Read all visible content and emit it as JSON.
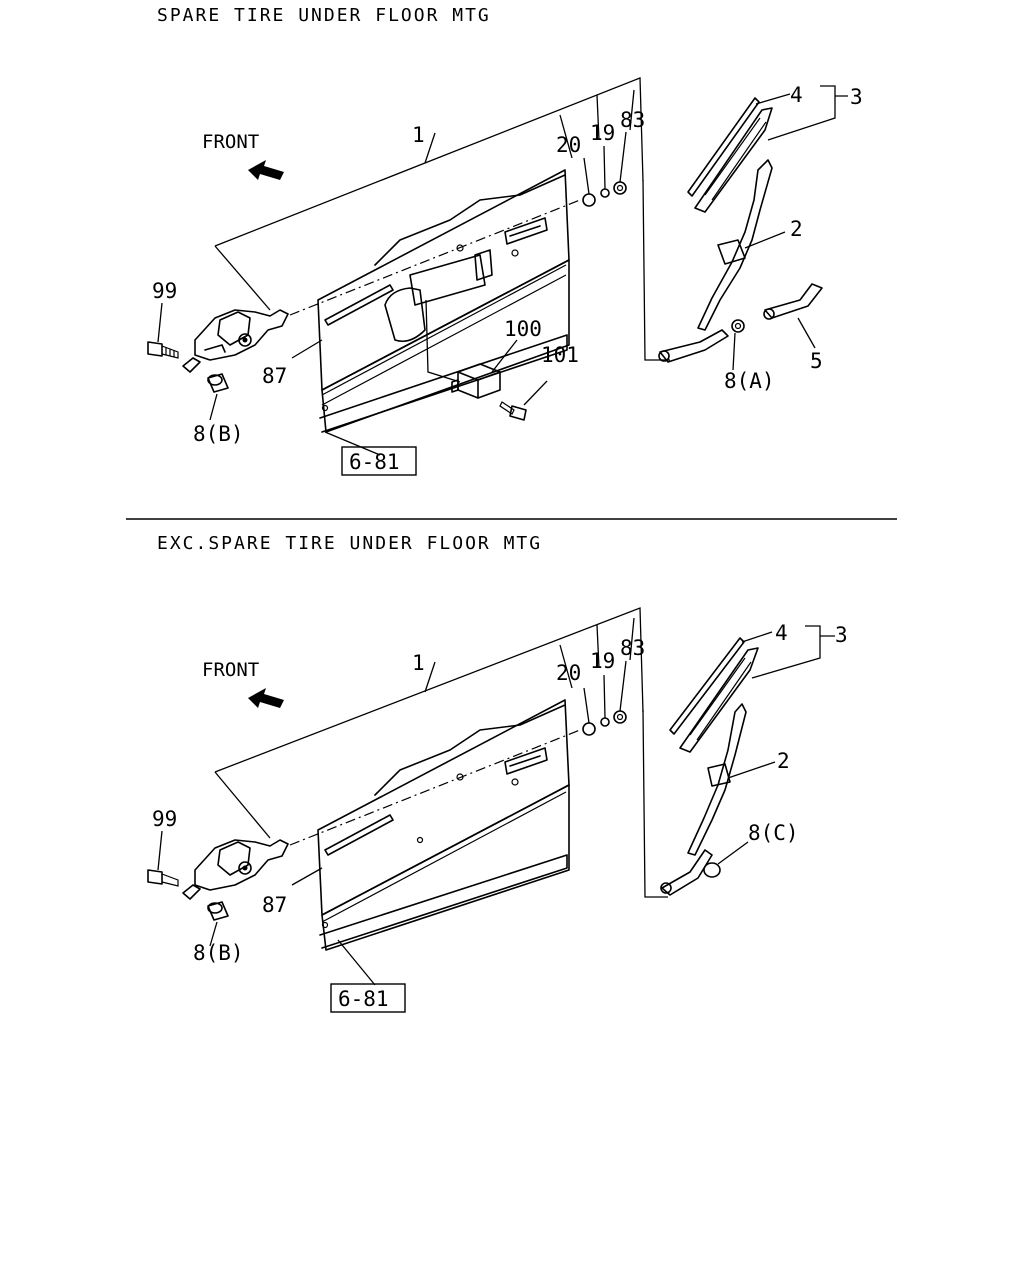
{
  "sections": [
    {
      "heading": "SPARE TIRE UNDER FLOOR MTG",
      "front_label": "FRONT",
      "callouts": {
        "p1": "1",
        "p2": "2",
        "p3": "3",
        "p4": "4",
        "p5": "5",
        "p19": "19",
        "p20": "20",
        "p83": "83",
        "p87": "87",
        "p99": "99",
        "p100": "100",
        "p101": "101",
        "p8a": "8(A)",
        "p8b": "8(B)"
      },
      "ref_box": "6-81"
    },
    {
      "heading": "EXC.SPARE TIRE UNDER FLOOR MTG",
      "front_label": "FRONT",
      "callouts": {
        "p1": "1",
        "p2": "2",
        "p3": "3",
        "p4": "4",
        "p19": "19",
        "p20": "20",
        "p83": "83",
        "p87": "87",
        "p99": "99",
        "p8b": "8(B)",
        "p8c": "8(C)"
      },
      "ref_box": "6-81"
    }
  ]
}
